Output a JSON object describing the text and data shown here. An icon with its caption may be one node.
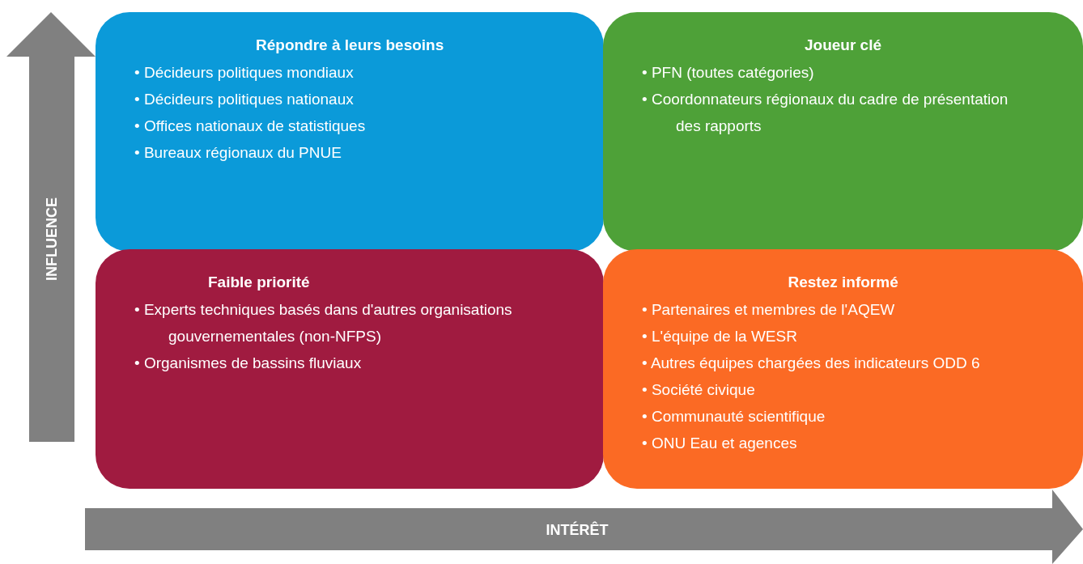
{
  "diagram": {
    "nodes": [
      {
        "text": [
          "Répondre à leurs besoins",
          "• Décideurs politiques mondiaux",
          "• Décideurs politiques nationaux",
          "• Offices nationaux de statistiques",
          "• Bureaux régionaux du PNUE"
        ]
      },
      {
        "text": [
          "Joueur clé",
          "• PFN (toutes catégories)",
          "• Coordonnateurs régionaux du cadre de présentation des rapports"
        ]
      },
      {
        "text": [
          "Faible priorité",
          "• Experts techniques basés dans d'autres organisations gouvernementales (non-NFPS)",
          "• Organismes de bassins fluviaux"
        ]
      },
      {
        "text": [
          "Restez informé",
          "• Partenaires et membres de l'AQEW",
          "• L'équipe de la WESR",
          "• Autres équipes chargées des indicateurs ODD 6",
          "• Société civique",
          "• Communauté scientifique",
          "• ONU Eau et agences"
        ]
      }
    ],
    "labels": [
      "INFLUENCE",
      "INTÉRÊT"
    ]
  }
}
